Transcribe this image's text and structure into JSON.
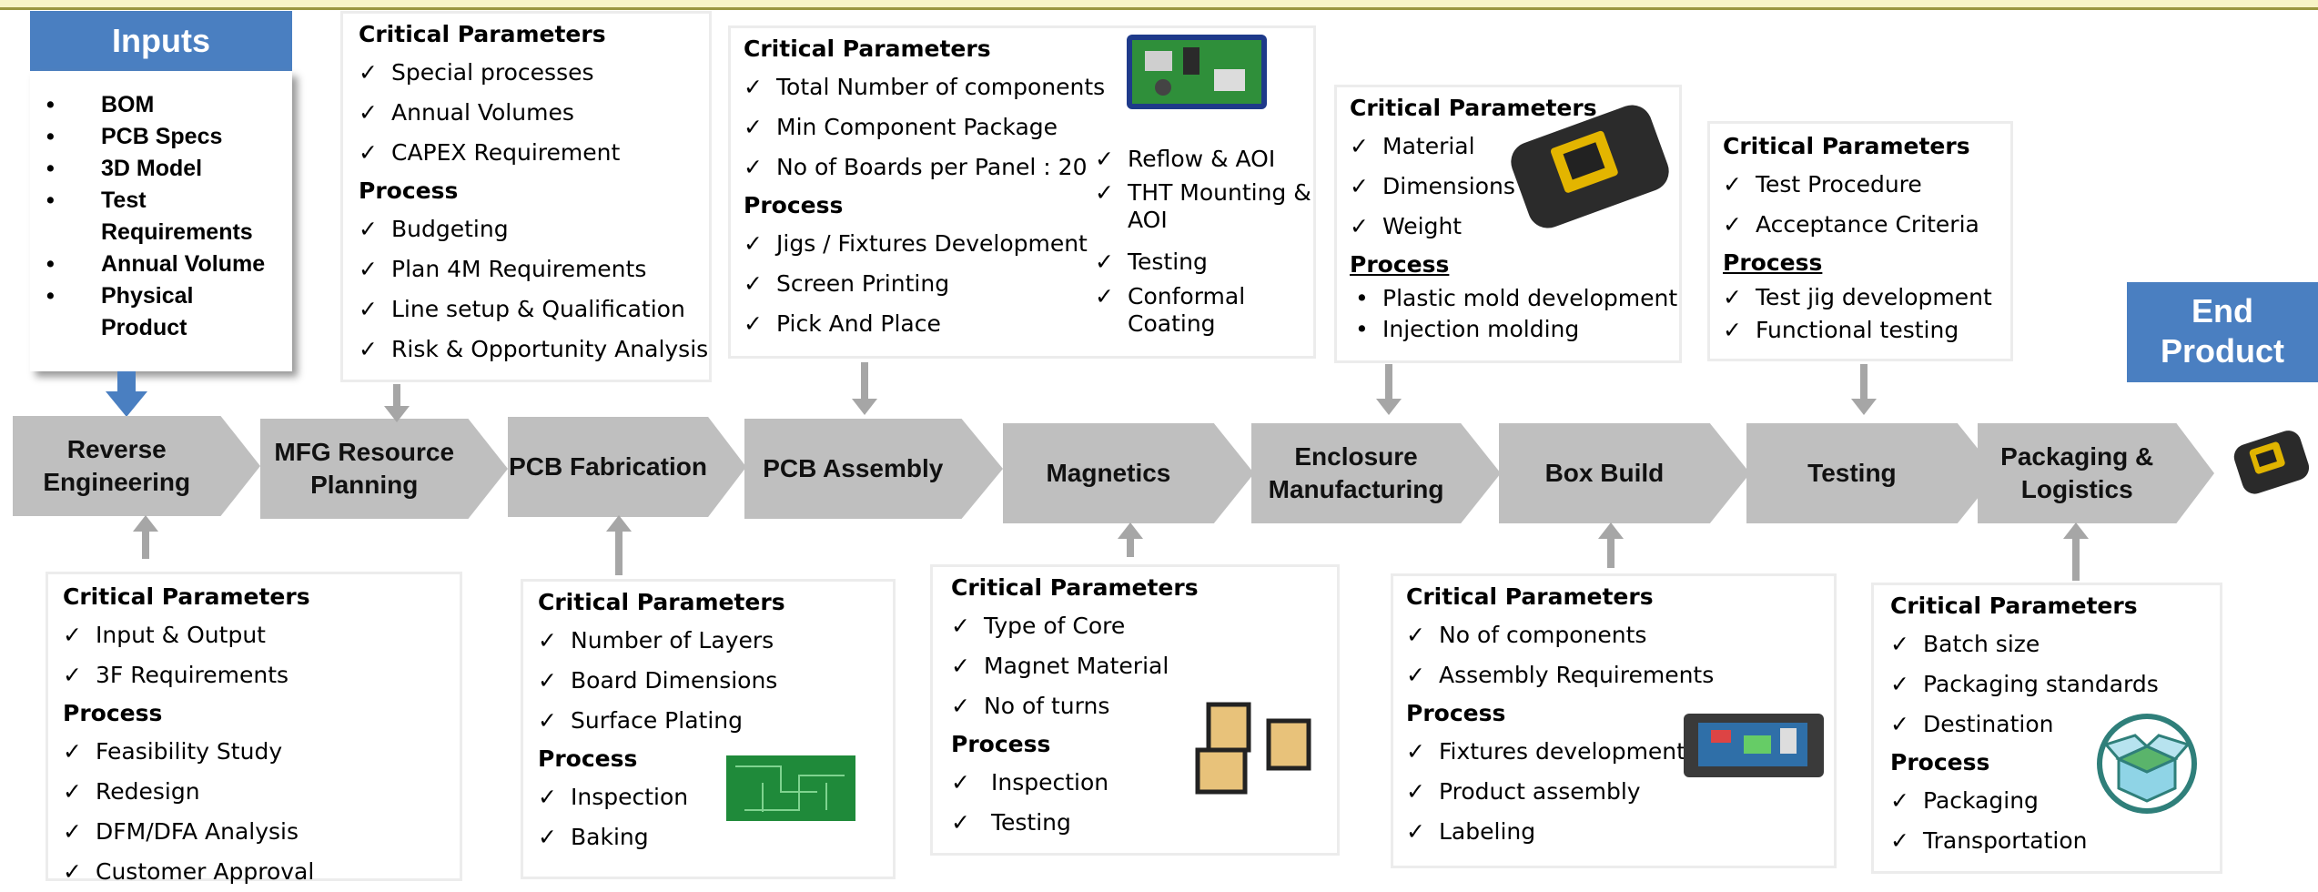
{
  "inputs": {
    "title": "Inputs",
    "items": [
      "BOM",
      "PCB Specs",
      "3D Model",
      "Test Requirements",
      "Annual Volume",
      "Physical Product"
    ]
  },
  "end_product": {
    "line1": "End",
    "line2": "Product"
  },
  "stages": [
    "Reverse Engineering",
    "MFG Resource Planning",
    "PCB Fabrication",
    "PCB Assembly",
    "Magnetics",
    "Enclosure Manufacturing",
    "Box Build",
    "Testing",
    "Packaging & Logistics"
  ],
  "headings": {
    "critical": "Critical Parameters",
    "process": "Process"
  },
  "reverse": {
    "critical": [
      "Input & Output",
      "3F Requirements"
    ],
    "process": [
      "Feasibility Study",
      "Redesign",
      "DFM/DFA Analysis",
      "Customer Approval"
    ]
  },
  "mfg": {
    "critical": [
      "Special processes",
      "Annual Volumes",
      "CAPEX Requirement"
    ],
    "process": [
      "Budgeting",
      "Plan 4M Requirements",
      "Line setup & Qualification",
      "Risk & Opportunity Analysis"
    ]
  },
  "pcbfab": {
    "critical": [
      "Number of Layers",
      "Board Dimensions",
      "Surface Plating"
    ],
    "process": [
      "Inspection",
      "Baking"
    ]
  },
  "pcba": {
    "critical": [
      "Total Number of components",
      "Min Component Package",
      "No of Boards per Panel : 20"
    ],
    "process": [
      "Jigs / Fixtures Development",
      "Screen Printing",
      "Pick And Place"
    ],
    "extra": [
      "Reflow & AOI",
      "THT Mounting & AOI",
      "Testing",
      "Conformal Coating"
    ]
  },
  "magnetics": {
    "critical": [
      "Type of Core",
      "Magnet Material",
      "No of turns"
    ],
    "process": [
      "Inspection",
      "Testing"
    ]
  },
  "enclosure": {
    "critical": [
      "Material",
      "Dimensions",
      "Weight"
    ],
    "process": [
      "Plastic mold development",
      "Injection molding"
    ]
  },
  "boxbuild": {
    "critical": [
      "No of components",
      "Assembly Requirements"
    ],
    "process": [
      "Fixtures development",
      "Product assembly",
      "Labeling"
    ]
  },
  "testing": {
    "critical": [
      "Test Procedure",
      "Acceptance Criteria"
    ],
    "process": [
      "Test jig development",
      "Functional testing"
    ]
  },
  "packaging": {
    "critical": [
      "Batch size",
      "Packaging standards",
      "Destination"
    ],
    "process": [
      "Packaging",
      "Transportation"
    ]
  },
  "colors": {
    "accent": "#4a7fc1",
    "chevron": "#bfbfbf",
    "connector": "#a6a6a6"
  }
}
